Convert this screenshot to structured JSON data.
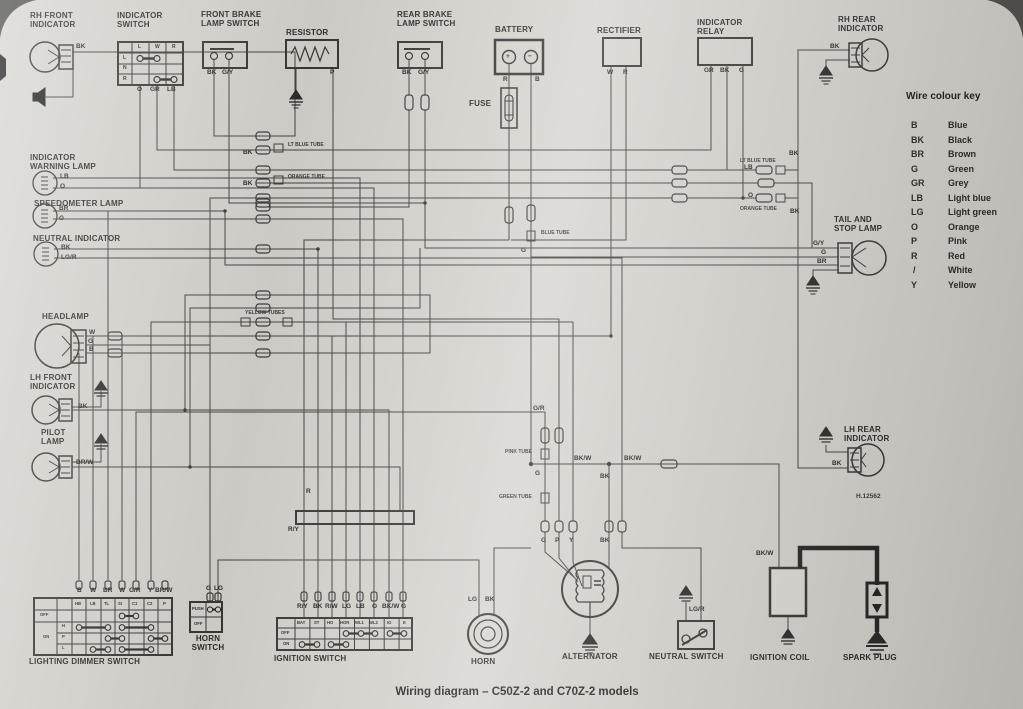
{
  "title": "Wiring diagram – C50Z-2 and C70Z-2 models",
  "ref_code": "H.12562",
  "wire_key": {
    "title": "Wire colour key",
    "entries": [
      {
        "code": "B",
        "name": "Blue"
      },
      {
        "code": "BK",
        "name": "Black"
      },
      {
        "code": "BR",
        "name": "Brown"
      },
      {
        "code": "G",
        "name": "Green"
      },
      {
        "code": "GR",
        "name": "Grey"
      },
      {
        "code": "LB",
        "name": "Light blue"
      },
      {
        "code": "LG",
        "name": "Light green"
      },
      {
        "code": "O",
        "name": "Orange"
      },
      {
        "code": "P",
        "name": "Pink"
      },
      {
        "code": "R",
        "name": "Red"
      },
      {
        "code": "/",
        "name": "White"
      },
      {
        "code": "Y",
        "name": "Yellow"
      }
    ]
  },
  "components": {
    "rh_front_indicator": {
      "label": "RH FRONT\nINDICATOR",
      "wire": "BK"
    },
    "indicator_switch": {
      "label": "INDICATOR\nSWITCH",
      "col_headers": [
        "L",
        "W",
        "R"
      ],
      "row_headers": [
        "L",
        "N",
        "R"
      ],
      "wires": [
        "O",
        "GR",
        "LB"
      ]
    },
    "front_brake_lamp_switch": {
      "label": "FRONT BRAKE\nLAMP SWITCH",
      "wires": [
        "BK",
        "G/Y"
      ]
    },
    "resistor": {
      "label": "RESISTOR",
      "wire": "P"
    },
    "rear_brake_lamp_switch": {
      "label": "REAR BRAKE\nLAMP SWITCH",
      "wires": [
        "BK",
        "G/Y"
      ]
    },
    "battery": {
      "label": "BATTERY",
      "plus": "+",
      "minus": "−",
      "wires": [
        "R",
        "B"
      ]
    },
    "fuse": {
      "label": "FUSE"
    },
    "rectifier": {
      "label": "RECTIFIER",
      "wires": [
        "W",
        "R"
      ]
    },
    "indicator_relay": {
      "label": "INDICATOR\nRELAY",
      "wires": [
        "GR",
        "BK",
        "G"
      ]
    },
    "rh_rear_indicator": {
      "label": "RH REAR\nINDICATOR",
      "wire": "BK"
    },
    "indicator_warning_lamp": {
      "label": "INDICATOR\nWARNING LAMP",
      "wires": [
        "LB",
        "O"
      ]
    },
    "speedometer_lamp": {
      "label": "SPEEDOMETER LAMP",
      "wires": [
        "BR",
        "G"
      ]
    },
    "neutral_indicator": {
      "label": "NEUTRAL INDICATOR",
      "wires": [
        "BK",
        "LG/R"
      ]
    },
    "headlamp": {
      "label": "HEADLAMP",
      "wires": [
        "W",
        "G",
        "B"
      ]
    },
    "lh_front_indicator": {
      "label": "LH FRONT\nINDICATOR",
      "wire": "BK"
    },
    "pilot_lamp": {
      "label": "PILOT\nLAMP",
      "wire": "BR/W"
    },
    "tail_stop_lamp": {
      "label": "TAIL AND\nSTOP LAMP",
      "wires": [
        "G/Y",
        "G",
        "BR"
      ]
    },
    "lh_rear_indicator": {
      "label": "LH REAR\nINDICATOR",
      "wire": "BK"
    },
    "horn": {
      "label": "HORN",
      "wires": [
        "LG",
        "BK"
      ]
    },
    "alternator": {
      "label": "ALTERNATOR",
      "wires": [
        "G",
        "P",
        "Y",
        "BK"
      ]
    },
    "neutral_switch": {
      "label": "NEUTRAL SWITCH",
      "wire": "LG/R"
    },
    "ignition_coil": {
      "label": "IGNITION COIL",
      "wire": "BK/W"
    },
    "spark_plug": {
      "label": "SPARK PLUG"
    }
  },
  "switches": {
    "lighting_dimmer": {
      "title": "LIGHTING DIMMER SWITCH",
      "wire_labels": [
        "B",
        "W",
        "BR",
        "W",
        "G/R",
        "Y",
        "BR/W"
      ],
      "col_headers": [
        "HB",
        "LB",
        "TL",
        "SI",
        "C1",
        "C2",
        "P"
      ],
      "off": "OFF",
      "on": "ON",
      "positions": [
        "H",
        "P",
        "L"
      ]
    },
    "horn_switch": {
      "title": "HORN\nSWITCH",
      "wire_labels": [
        "G",
        "LG"
      ],
      "rows": [
        "PUSH",
        "OFF"
      ]
    },
    "ignition": {
      "title": "IGNITION SWITCH",
      "wire_labels": [
        "R/Y",
        "BK",
        "R/W",
        "LG",
        "LB",
        "O",
        "BK/W",
        "G"
      ],
      "col_headers": [
        "BAT",
        "ST",
        "HO",
        "HOR",
        "WL1",
        "WL2",
        "IG",
        "E"
      ],
      "rows": [
        "OFF",
        "ON"
      ]
    }
  },
  "annotations": {
    "bk": "BK",
    "bkw": "BK/W",
    "gy": "G/Y",
    "r": "R",
    "b": "B",
    "w": "W",
    "g": "G",
    "gr": "GR",
    "lb": "LB",
    "o": "O",
    "br": "BR",
    "lgr": "LG/R",
    "brw": "BR/W",
    "ry": "R/Y",
    "g_r": "G/R",
    "lg": "LG",
    "p": "P",
    "y": "Y",
    "lg_bk": "LG BK",
    "lt_blue_tube": "LT BLUE TUBE",
    "orange_tube": "ORANGE TUBE",
    "yellow_tubes": "YELLOW TUBES",
    "blue_tube": "BLUE TUBE",
    "pink_tube": "PINK TUBE",
    "green_tube": "GREEN TUBE"
  }
}
